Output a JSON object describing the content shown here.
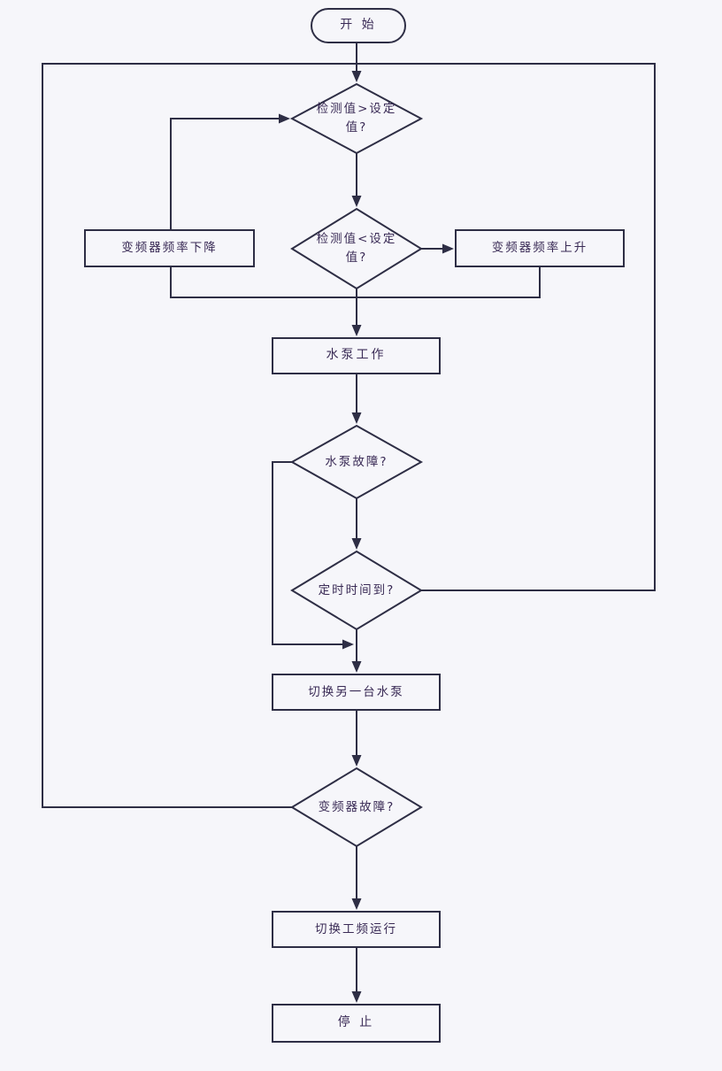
{
  "theme": {
    "background": "#f6f6fa",
    "line_color": "#2e2e45",
    "text_color": "#3a2b56",
    "shape_fill": "#f6f6fa"
  },
  "flowchart": {
    "nodes": {
      "start": {
        "type": "terminator",
        "label": "开 始"
      },
      "check_above": {
        "type": "decision",
        "label": "检测值>设定值?"
      },
      "freq_down": {
        "type": "process",
        "label": "变频器频率下降"
      },
      "check_below": {
        "type": "decision",
        "label": "检测值<设定值?"
      },
      "freq_up": {
        "type": "process",
        "label": "变频器频率上升"
      },
      "pump_work": {
        "type": "process",
        "label": "水泵工作"
      },
      "pump_fault": {
        "type": "decision",
        "label": "水泵故障?"
      },
      "timer_due": {
        "type": "decision",
        "label": "定时时间到?"
      },
      "switch_pump": {
        "type": "process",
        "label": "切换另一台水泵"
      },
      "inverter_fault": {
        "type": "decision",
        "label": "变频器故障?"
      },
      "power_freq_run": {
        "type": "process",
        "label": "切换工频运行"
      },
      "stop": {
        "type": "process",
        "label": "停 止"
      }
    },
    "edges": [
      {
        "from": "start",
        "to": "check_above"
      },
      {
        "from": "check_above",
        "to": "check_below"
      },
      {
        "from": "freq_down",
        "to": "check_above"
      },
      {
        "from": "check_below",
        "to": "freq_up"
      },
      {
        "from": "check_below",
        "to": "pump_work"
      },
      {
        "from": "freq_down",
        "to": "pump_work"
      },
      {
        "from": "freq_up",
        "to": "pump_work"
      },
      {
        "from": "pump_work",
        "to": "pump_fault"
      },
      {
        "from": "pump_fault",
        "to": "timer_due"
      },
      {
        "from": "pump_fault",
        "to": "switch_pump"
      },
      {
        "from": "timer_due",
        "to": "switch_pump"
      },
      {
        "from": "timer_due",
        "to": "check_above"
      },
      {
        "from": "switch_pump",
        "to": "inverter_fault"
      },
      {
        "from": "inverter_fault",
        "to": "power_freq_run"
      },
      {
        "from": "inverter_fault",
        "to": "check_above"
      },
      {
        "from": "power_freq_run",
        "to": "stop"
      }
    ]
  }
}
